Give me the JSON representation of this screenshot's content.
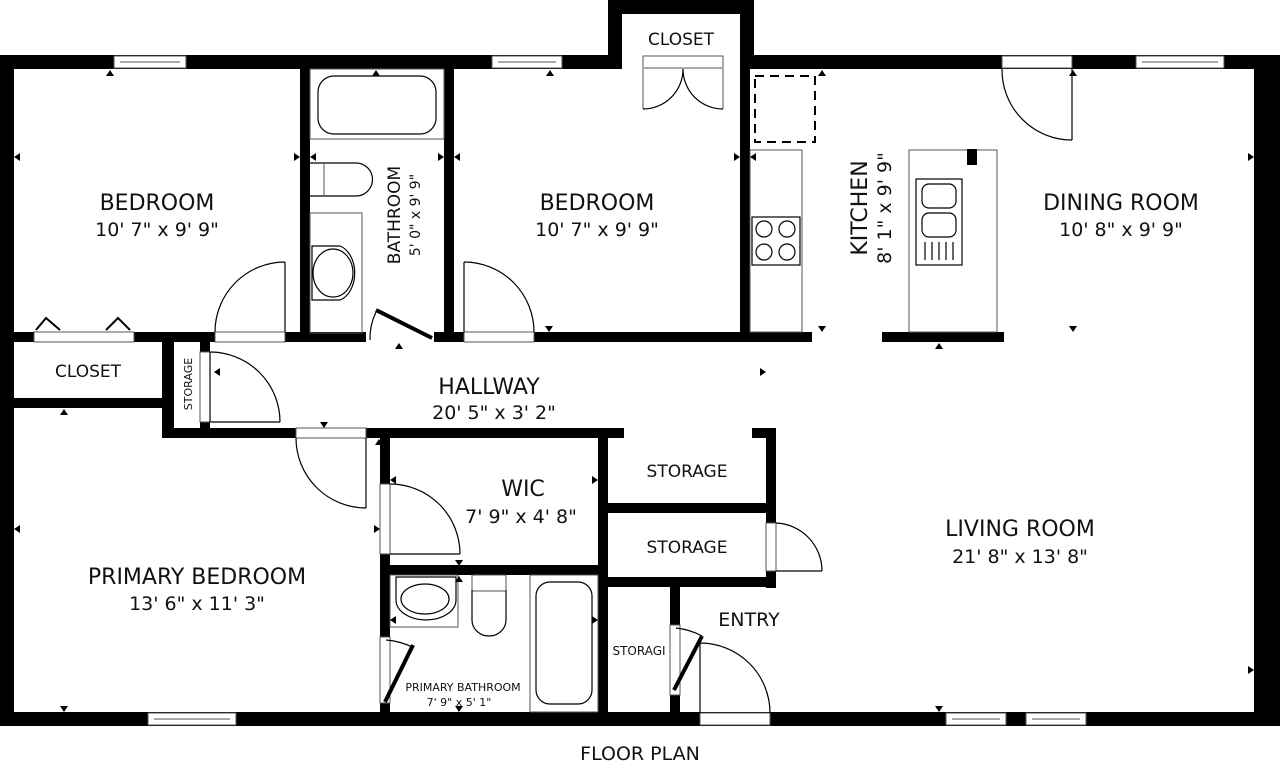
{
  "title": "FLOOR PLAN",
  "colors": {
    "wall": "#000000",
    "background": "#ffffff",
    "text": "#111111"
  },
  "rooms": {
    "bedroom_1": {
      "name": "BEDROOM",
      "dims": "10' 7\" x 9' 9\""
    },
    "bathroom": {
      "name": "BATHROOM",
      "dims": "5' 0\" x 9' 9\""
    },
    "bedroom_2": {
      "name": "BEDROOM",
      "dims": "10' 7\" x 9' 9\""
    },
    "closet_top": {
      "name": "CLOSET"
    },
    "kitchen": {
      "name": "KITCHEN",
      "dims": "8' 1\" x 9' 9\""
    },
    "dining_room": {
      "name": "DINING ROOM",
      "dims": "10' 8\" x 9' 9\""
    },
    "closet_left": {
      "name": "CLOSET"
    },
    "storage_hall": {
      "name": "STORAGE"
    },
    "hallway": {
      "name": "HALLWAY",
      "dims": "20' 5\" x 3' 2\""
    },
    "wic": {
      "name": "WIC",
      "dims": "7' 9\" x 4' 8\""
    },
    "storage_upper": {
      "name": "STORAGE"
    },
    "storage_lower": {
      "name": "STORAGE"
    },
    "storage_entry": {
      "name": "STORAGI"
    },
    "entry": {
      "name": "ENTRY"
    },
    "living_room": {
      "name": "LIVING ROOM",
      "dims": "21' 8\" x 13' 8\""
    },
    "primary_bedroom": {
      "name": "PRIMARY BEDROOM",
      "dims": "13' 6\" x 11' 3\""
    },
    "primary_bathroom": {
      "name": "PRIMARY BATHROOM",
      "dims": "7' 9\" x 5' 1\""
    }
  },
  "fixtures": [
    "bathtub-icon",
    "toilet-icon",
    "sink-icon",
    "stove-icon",
    "double-sink-icon",
    "refrigerator-outline-icon",
    "door-swing-icon",
    "window-icon"
  ]
}
